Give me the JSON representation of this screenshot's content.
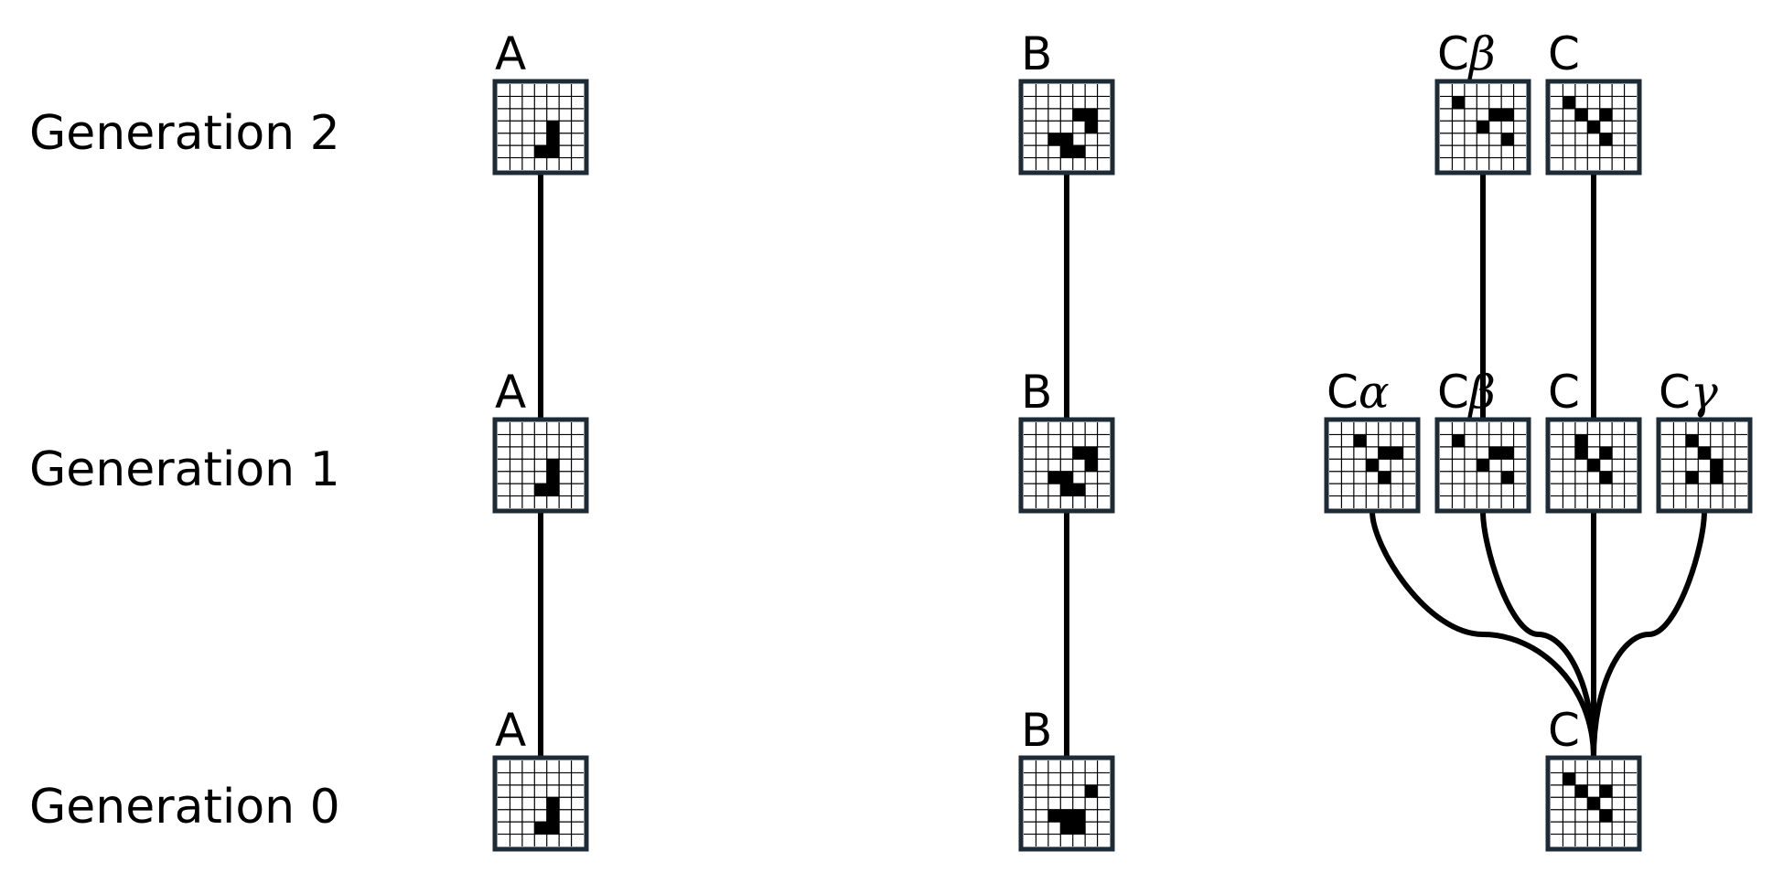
{
  "generations": [
    {
      "id": "gen-2",
      "label": "Generation 2"
    },
    {
      "id": "gen-1",
      "label": "Generation 1"
    },
    {
      "id": "gen-0",
      "label": "Generation 0"
    }
  ],
  "colors": {
    "line": "#000000",
    "grid_line": "#000000",
    "cell_filled": "#000000",
    "frame_border": "#1d2b36",
    "background": "#ffffff"
  },
  "grid_size": 7,
  "nodes": [
    {
      "id": "a2",
      "name": "A",
      "greek": "",
      "generation": 2,
      "cells": [
        [
          3,
          5
        ],
        [
          4,
          5
        ],
        [
          4,
          4
        ],
        [
          4,
          3
        ]
      ]
    },
    {
      "id": "a1",
      "name": "A",
      "greek": "",
      "generation": 1,
      "cells": [
        [
          3,
          5
        ],
        [
          4,
          5
        ],
        [
          4,
          4
        ],
        [
          4,
          3
        ]
      ]
    },
    {
      "id": "a0",
      "name": "A",
      "greek": "",
      "generation": 0,
      "cells": [
        [
          3,
          5
        ],
        [
          4,
          5
        ],
        [
          4,
          4
        ],
        [
          4,
          3
        ]
      ]
    },
    {
      "id": "b2",
      "name": "B",
      "greek": "",
      "generation": 2,
      "cells": [
        [
          4,
          2
        ],
        [
          5,
          2
        ],
        [
          5,
          3
        ],
        [
          2,
          4
        ],
        [
          3,
          4
        ],
        [
          3,
          5
        ],
        [
          4,
          5
        ]
      ]
    },
    {
      "id": "b1",
      "name": "B",
      "greek": "",
      "generation": 1,
      "cells": [
        [
          4,
          2
        ],
        [
          5,
          2
        ],
        [
          5,
          3
        ],
        [
          2,
          4
        ],
        [
          3,
          4
        ],
        [
          3,
          5
        ],
        [
          4,
          5
        ]
      ]
    },
    {
      "id": "b0",
      "name": "B",
      "greek": "",
      "generation": 0,
      "cells": [
        [
          5,
          2
        ],
        [
          2,
          4
        ],
        [
          3,
          4
        ],
        [
          4,
          4
        ],
        [
          3,
          5
        ],
        [
          4,
          5
        ]
      ]
    },
    {
      "id": "cbeta2",
      "name": "C",
      "greek": "β",
      "generation": 2,
      "cells": [
        [
          1,
          1
        ],
        [
          4,
          2
        ],
        [
          5,
          2
        ],
        [
          3,
          3
        ],
        [
          5,
          4
        ]
      ]
    },
    {
      "id": "c2",
      "name": "C",
      "greek": "",
      "generation": 2,
      "cells": [
        [
          1,
          1
        ],
        [
          2,
          2
        ],
        [
          4,
          2
        ],
        [
          3,
          3
        ],
        [
          4,
          4
        ]
      ]
    },
    {
      "id": "calpha1",
      "name": "C",
      "greek": "α",
      "generation": 1,
      "cells": [
        [
          2,
          1
        ],
        [
          4,
          2
        ],
        [
          5,
          2
        ],
        [
          3,
          3
        ],
        [
          4,
          4
        ]
      ]
    },
    {
      "id": "cbeta1",
      "name": "C",
      "greek": "β",
      "generation": 1,
      "cells": [
        [
          1,
          1
        ],
        [
          4,
          2
        ],
        [
          5,
          2
        ],
        [
          3,
          3
        ],
        [
          5,
          4
        ]
      ]
    },
    {
      "id": "c1",
      "name": "C",
      "greek": "",
      "generation": 1,
      "cells": [
        [
          2,
          1
        ],
        [
          2,
          2
        ],
        [
          4,
          2
        ],
        [
          3,
          3
        ],
        [
          4,
          4
        ]
      ]
    },
    {
      "id": "cgamma1",
      "name": "C",
      "greek": "γ",
      "generation": 1,
      "cells": [
        [
          2,
          1
        ],
        [
          3,
          2
        ],
        [
          4,
          3
        ],
        [
          2,
          4
        ],
        [
          4,
          4
        ]
      ]
    },
    {
      "id": "c0",
      "name": "C",
      "greek": "",
      "generation": 0,
      "cells": [
        [
          1,
          1
        ],
        [
          2,
          2
        ],
        [
          4,
          2
        ],
        [
          3,
          3
        ],
        [
          4,
          4
        ]
      ]
    }
  ],
  "edges": [
    {
      "from": "a0",
      "to": "a1"
    },
    {
      "from": "a1",
      "to": "a2"
    },
    {
      "from": "b0",
      "to": "b1"
    },
    {
      "from": "b1",
      "to": "b2"
    },
    {
      "from": "c0",
      "to": "calpha1"
    },
    {
      "from": "c0",
      "to": "cbeta1"
    },
    {
      "from": "c0",
      "to": "c1"
    },
    {
      "from": "c0",
      "to": "cgamma1"
    },
    {
      "from": "cbeta1",
      "to": "cbeta2"
    },
    {
      "from": "c1",
      "to": "c2"
    }
  ]
}
